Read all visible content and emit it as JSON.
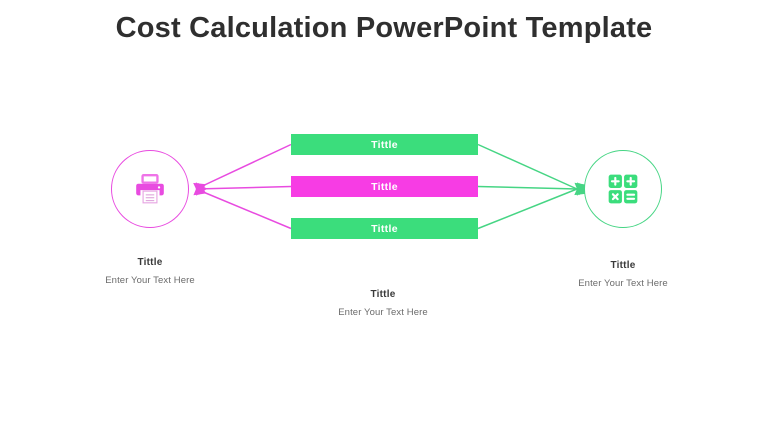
{
  "slide": {
    "title": "Cost Calculation PowerPoint Template",
    "background_color": "#ffffff",
    "title_color": "#2f2f2f"
  },
  "theme": {
    "green": "#3bdd7c",
    "magenta": "#f73ce4",
    "green_line": "#46d584",
    "magenta_line": "#e84be0",
    "bar_text_color": "#ffffff",
    "caption_title_color": "#3a3a3a",
    "caption_sub_color": "#6b6b6b"
  },
  "nodes": {
    "left": {
      "icon": "printer-icon",
      "icon_color": "#e84be0",
      "circle_color": "#e84be0",
      "caption": {
        "title": "Tittle",
        "subtitle": "Enter Your Text Here"
      }
    },
    "right": {
      "icon": "calculator-icon",
      "icon_color": "#46d584",
      "circle_color": "#46d584",
      "caption": {
        "title": "Tittle",
        "subtitle": "Enter Your Text Here"
      }
    }
  },
  "bars": [
    {
      "label": "Tittle",
      "color": "#3bdd7c"
    },
    {
      "label": "Tittle",
      "color": "#f73ce4"
    },
    {
      "label": "Tittle",
      "color": "#3bdd7c"
    }
  ],
  "center_caption": {
    "title": "Tittle",
    "subtitle": "Enter Your Text Here"
  },
  "connectors": {
    "left_color": "#e84be0",
    "right_color": "#46d584",
    "left_count": 3,
    "right_count": 3,
    "left_arrow": "arrow-pointing-left",
    "right_arrow": "arrow-pointing-right"
  }
}
